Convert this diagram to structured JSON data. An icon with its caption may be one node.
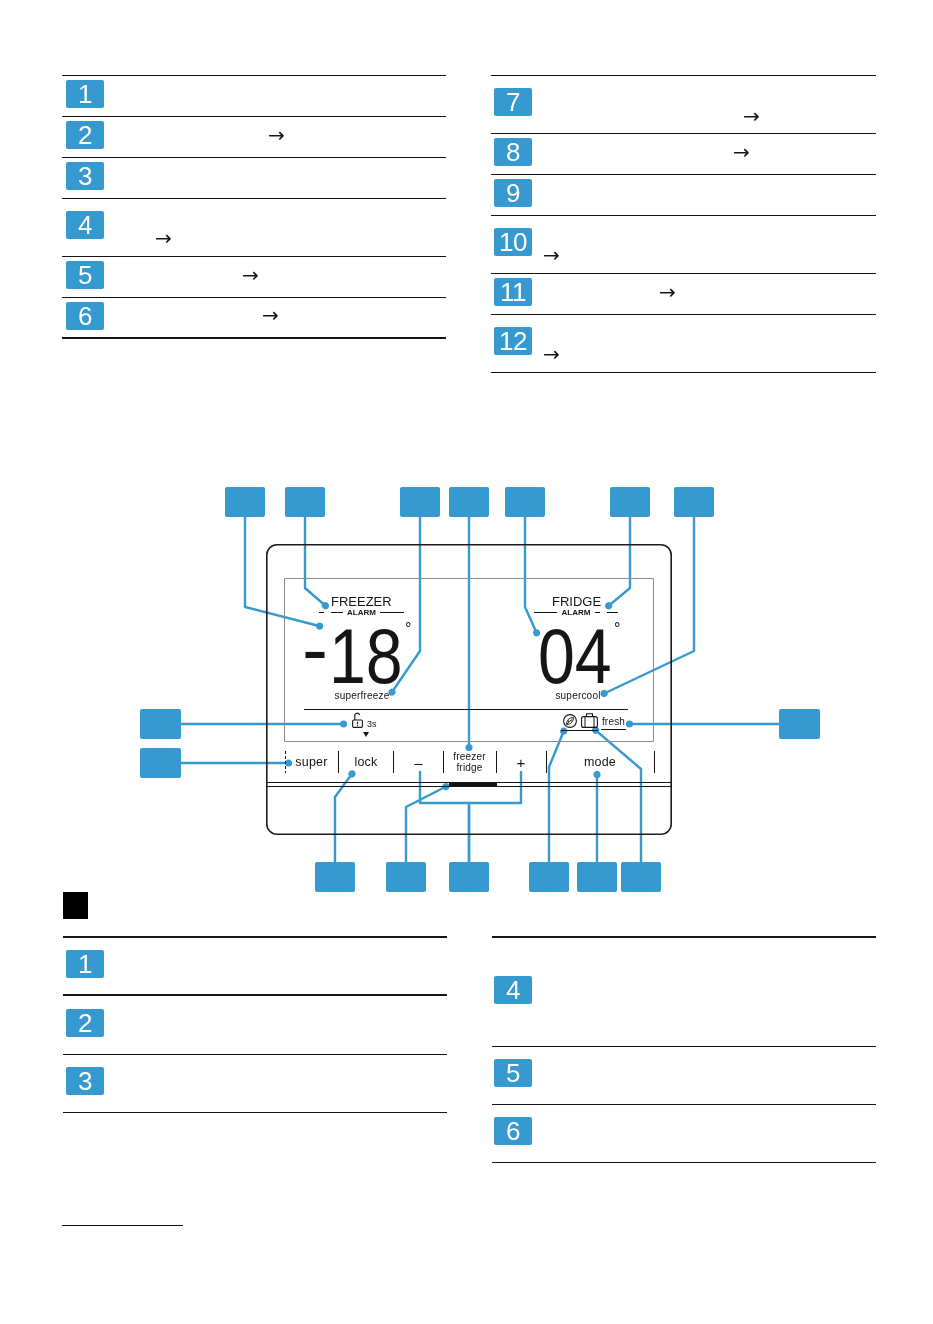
{
  "diagram": {
    "nodes": [
      {
        "text": [
          "1"
        ]
      },
      {
        "text": [
          "2"
        ]
      },
      {
        "text": [
          "3"
        ]
      },
      {
        "text": [
          "4"
        ]
      },
      {
        "text": [
          "5"
        ]
      },
      {
        "text": [
          "6"
        ]
      },
      {
        "text": [
          "7"
        ]
      },
      {
        "text": [
          "8"
        ]
      },
      {
        "text": [
          "9"
        ]
      },
      {
        "text": [
          "10"
        ]
      },
      {
        "text": [
          "11"
        ]
      },
      {
        "text": [
          "12"
        ]
      },
      {
        "text": [],
        "shape": "box"
      },
      {
        "text": [],
        "shape": "box"
      },
      {
        "text": [],
        "shape": "box"
      },
      {
        "text": [],
        "shape": "box"
      },
      {
        "text": [],
        "shape": "box"
      },
      {
        "text": [],
        "shape": "box"
      },
      {
        "text": [],
        "shape": "box"
      },
      {
        "text": [],
        "shape": "box"
      },
      {
        "text": [],
        "shape": "box"
      },
      {
        "text": [],
        "shape": "box"
      },
      {
        "text": [],
        "shape": "box",
        "in": 21
      },
      {
        "text": [
          "ALARM"
        ],
        "in": 22
      },
      {
        "text": [
          "-",
          "18"
        ],
        "beside": [
          "°"
        ],
        "in": 22
      },
      {
        "text": [
          "superfreeze"
        ],
        "in": 22
      },
      {
        "text": [
          "ALARM"
        ],
        "in": 22
      },
      {
        "text": [
          "04"
        ],
        "beside": [
          "°"
        ],
        "in": 22
      },
      {
        "text": [
          "supercool"
        ],
        "in": 22
      },
      {
        "text": [
          "3s"
        ],
        "in": 22
      },
      {
        "text": [],
        "shape": "picture",
        "in": 22
      },
      {
        "text": [],
        "shape": "picture",
        "in": 22
      },
      {
        "text": [
          "fresh"
        ],
        "in": 22
      },
      {
        "text": [
          "super"
        ],
        "in": 21
      },
      {
        "text": [
          "lock"
        ],
        "in": 21
      },
      {
        "text": [
          "–"
        ],
        "in": 21
      },
      {
        "text": [
          "freezer fridge"
        ],
        "in": 21
      },
      {
        "text": [
          "+"
        ],
        "in": 21
      },
      {
        "text": [
          "mode"
        ],
        "in": 21
      },
      {
        "text": [],
        "shape": "bar",
        "in": 21
      },
      {
        "text": [],
        "shape": "box"
      },
      {
        "text": [],
        "shape": "box"
      },
      {
        "text": [],
        "shape": "box"
      },
      {
        "text": [],
        "shape": "box"
      },
      {
        "text": [],
        "shape": "box"
      },
      {
        "text": [],
        "shape": "box"
      },
      {
        "text": [],
        "shape": "box"
      },
      {
        "text": [
          "1"
        ]
      },
      {
        "text": [
          "2"
        ]
      },
      {
        "text": [
          "3"
        ]
      },
      {
        "text": [
          "4"
        ]
      },
      {
        "text": [
          "5"
        ]
      },
      {
        "text": [
          "6"
        ]
      }
    ],
    "edges": [
      {
        "from": 12,
        "to": 24,
        "arrow": "other"
      },
      {
        "from": 13,
        "to": 23,
        "arrow": "other"
      },
      {
        "from": 14,
        "to": 25,
        "arrow": "other"
      },
      {
        "from": 15,
        "to": 36,
        "arrow": "other"
      },
      {
        "from": 16,
        "to": 27,
        "arrow": "other"
      },
      {
        "from": 17,
        "to": 26,
        "arrow": "other"
      },
      {
        "from": 18,
        "to": 28,
        "arrow": "other"
      },
      {
        "from": 19,
        "to": 29,
        "arrow": "other"
      },
      {
        "from": 20,
        "to": 33,
        "arrow": "other"
      },
      {
        "from": 40,
        "to": 32,
        "arrow": "other"
      },
      {
        "from": 41,
        "to": 34,
        "arrow": "other"
      },
      {
        "from": 42,
        "to": 39,
        "arrow": "other"
      },
      {
        "from": 43,
        "to": 35,
        "arrow": "none"
      },
      {
        "from": 43,
        "to": 37,
        "arrow": "none"
      },
      {
        "from": 44,
        "to": 30,
        "arrow": "other"
      },
      {
        "from": 45,
        "to": 38,
        "arrow": "other"
      },
      {
        "from": 46,
        "to": 31,
        "arrow": "other"
      }
    ],
    "labels": [
      "→",
      "→",
      "→",
      "→",
      "→",
      "→",
      "→",
      "→",
      "→",
      "FREEZER",
      "FRIDGE"
    ]
  }
}
